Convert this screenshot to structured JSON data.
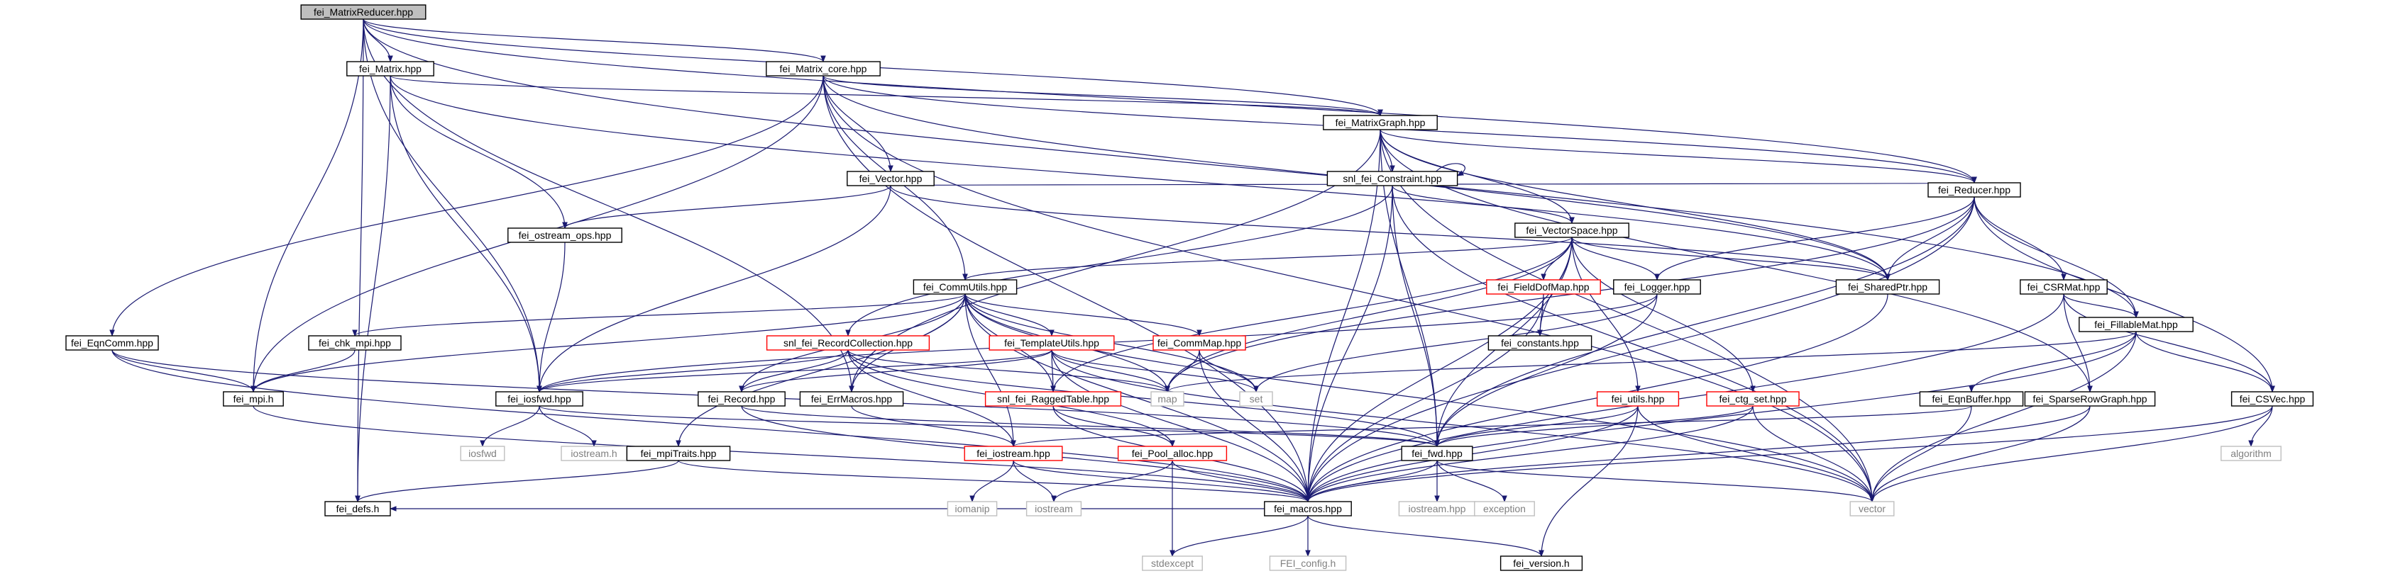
{
  "colors": {
    "edge": "#191970",
    "node_border": "#000000",
    "node_fill": "#ffffff",
    "root_fill": "#bfbfbf",
    "red_border": "#ff0000",
    "ext_border": "#bfbfbf",
    "ext_text": "#808080",
    "text": "#000000"
  },
  "nodes": {
    "root": "fei_MatrixReducer.hpp",
    "matrix": "fei_Matrix.hpp",
    "matrix_core": "fei_Matrix_core.hpp",
    "matrixgraph": "fei_MatrixGraph.hpp",
    "vector": "fei_Vector.hpp",
    "snl_constraint": "snl_fei_Constraint.hpp",
    "reducer": "fei_Reducer.hpp",
    "ostream_ops": "fei_ostream_ops.hpp",
    "vectorspace": "fei_VectorSpace.hpp",
    "commutils": "fei_CommUtils.hpp",
    "fielddofmap": "fei_FieldDofMap.hpp",
    "logger": "fei_Logger.hpp",
    "sharedptr": "fei_SharedPtr.hpp",
    "csrmat": "fei_CSRMat.hpp",
    "eqncomm": "fei_EqnComm.hpp",
    "chk_mpi": "fei_chk_mpi.hpp",
    "recordcollection": "snl_fei_RecordCollection.hpp",
    "templateutils": "fei_TemplateUtils.hpp",
    "commmap": "fei_CommMap.hpp",
    "constants": "fei_constants.hpp",
    "fillablemat": "fei_FillableMat.hpp",
    "mpi_h": "fei_mpi.h",
    "iosfwd_hpp": "fei_iosfwd.hpp",
    "record": "fei_Record.hpp",
    "errmacros": "fei_ErrMacros.hpp",
    "raggedtable": "snl_fei_RaggedTable.hpp",
    "map": "map",
    "set": "set",
    "utils": "fei_utils.hpp",
    "ctg_set": "fei_ctg_set.hpp",
    "sparserowgraph": "fei_SparseRowGraph.hpp",
    "eqnbuffer": "fei_EqnBuffer.hpp",
    "csvec": "fei_CSVec.hpp",
    "iosfwd": "iosfwd",
    "iostream_h": "iostream.h",
    "mpitraits": "fei_mpiTraits.hpp",
    "fei_iostream": "fei_iostream.hpp",
    "pool_alloc": "fei_Pool_alloc.hpp",
    "fwd": "fei_fwd.hpp",
    "algorithm": "algorithm",
    "defs": "fei_defs.h",
    "iomanip": "iomanip",
    "iostream": "iostream",
    "macros": "fei_macros.hpp",
    "iostream_hpp": "iostream.hpp",
    "exception": "exception",
    "vector_std": "vector",
    "stdexcept": "stdexcept",
    "fei_config": "FEI_config.h",
    "version": "fei_version.h"
  }
}
